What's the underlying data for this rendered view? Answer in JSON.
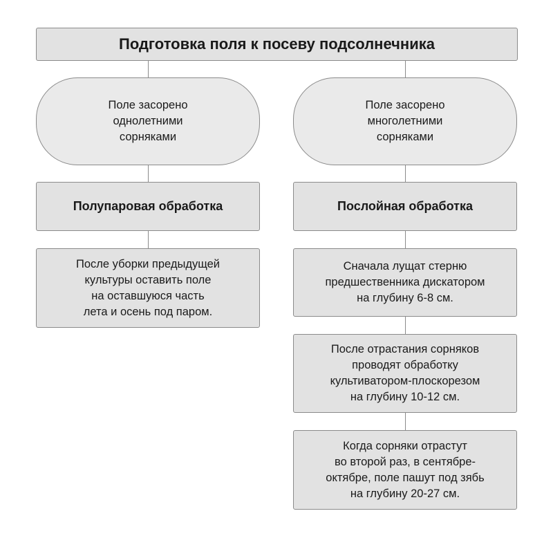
{
  "title": "Подготовка поля к посеву подсолнечника",
  "left": {
    "condition": "Поле засорено\nоднолетними\nсорняками",
    "method": "Полупаровая обработка",
    "steps": [
      "После уборки предыдущей\nкультуры оставить поле\nна оставшуюся часть\nлета и осень под паром."
    ]
  },
  "right": {
    "condition": "Поле засорено\nмноголетними\nсорняками",
    "method": "Послойная обработка",
    "steps": [
      "Сначала лущат стерню\nпредшественника дискатором\nна глубину 6-8 см.",
      "После отрастания сорняков\nпроводят обработку\nкультиватором-плоскорезом\nна глубину 10-12 см.",
      "Когда сорняки отрастут\nво второй раз, в сентябре-\nоктябре, поле пашут под зябь\nна глубину 20-27 см."
    ]
  },
  "colors": {
    "box_fill": "#e2e2e2",
    "pill_fill": "#eaeaea",
    "border": "#8a8a8a"
  }
}
